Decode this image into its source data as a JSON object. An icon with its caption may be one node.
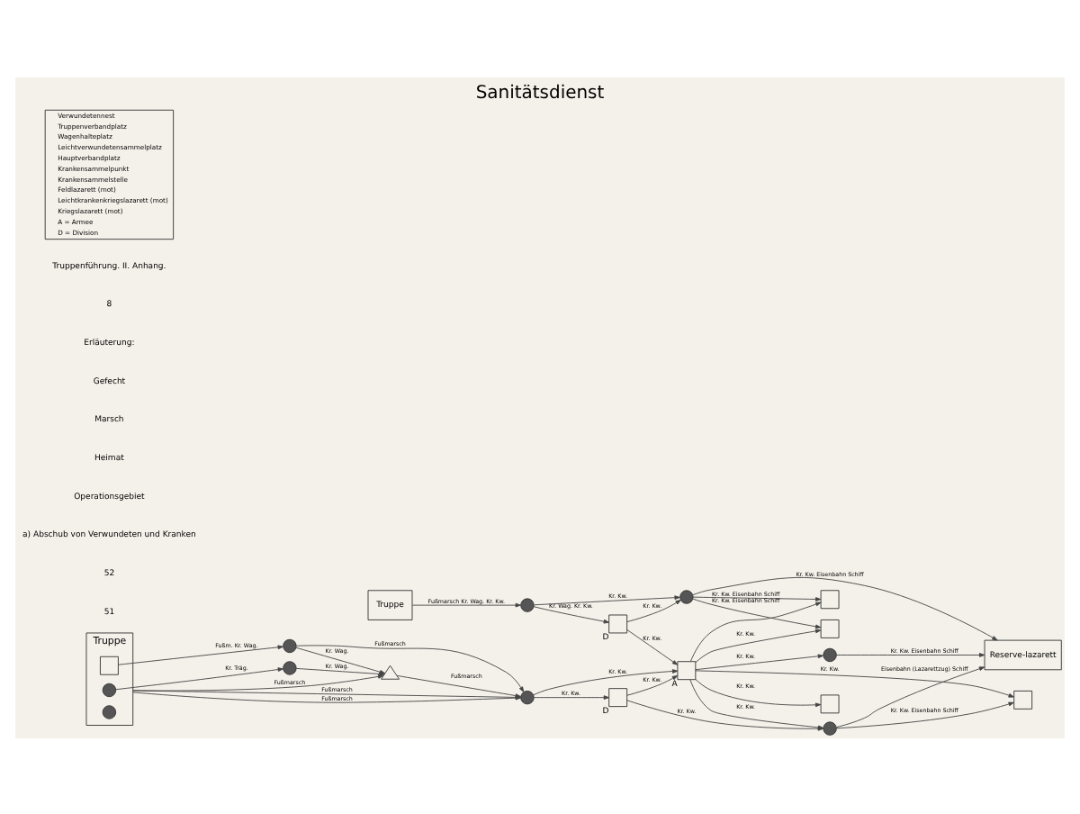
{
  "diagram": {
    "title": "Sanitätsdienst",
    "nodes": [
      {
        "text": [
          "Truppe"
        ]
      },
      {
        "text": [],
        "shape": "circle"
      },
      {
        "text": [],
        "shape": "box",
        "beside": [
          "D"
        ]
      },
      {
        "text": [],
        "shape": "circle"
      },
      {
        "text": [],
        "shape": "box"
      },
      {
        "text": [],
        "shape": "box",
        "beside": [
          "A"
        ]
      },
      {
        "text": [],
        "shape": "box"
      },
      {
        "text": [],
        "shape": "circle"
      },
      {
        "text": [],
        "shape": "box"
      },
      {
        "text": [
          "Reserve-lazarett"
        ]
      },
      {
        "text": [],
        "shape": "box"
      },
      {
        "text": [
          "Truppe"
        ]
      },
      {
        "text": [],
        "shape": "circle",
        "in": 11
      },
      {
        "text": [],
        "shape": "box",
        "in": 11
      },
      {
        "text": [],
        "shape": "circle",
        "in": 11
      },
      {
        "text": [],
        "shape": "circle"
      },
      {
        "text": [],
        "shape": "circle"
      },
      {
        "text": [],
        "shape": "triangle"
      },
      {
        "text": [],
        "shape": "circle"
      },
      {
        "text": [],
        "shape": "box",
        "beside": [
          "D"
        ]
      },
      {
        "text": [],
        "shape": "circle"
      }
    ],
    "edges": [
      {
        "from": 0,
        "to": 1,
        "arrow": "to",
        "label": "Fußmarsch Kr. Wag. Kr. Kw."
      },
      {
        "from": 1,
        "to": 3,
        "arrow": "to",
        "label": "Kr. Kw."
      },
      {
        "from": 1,
        "to": 2,
        "arrow": "to",
        "label": "Kr. Wag. Kr. Kw."
      },
      {
        "from": 2,
        "to": 3,
        "arrow": "to",
        "label": "Kr. Kw."
      },
      {
        "from": 2,
        "to": 5,
        "arrow": "to",
        "label": "Kr. Kw."
      },
      {
        "from": 3,
        "to": 4,
        "arrow": "to",
        "label": "Kr. Kw. Eisenbahn Schiff"
      },
      {
        "from": 3,
        "to": 6,
        "arrow": "to",
        "label": "Kr. Kw. Eisenbahn Schiff"
      },
      {
        "from": 3,
        "to": 9,
        "arrow": "to",
        "label": "Kr. Kw. Eisenbahn Schiff"
      },
      {
        "from": 5,
        "to": 4,
        "arrow": "to"
      },
      {
        "from": 5,
        "to": 6,
        "arrow": "to",
        "label": "Kr. Kw."
      },
      {
        "from": 5,
        "to": 7,
        "arrow": "to",
        "label": "Kr. Kw."
      },
      {
        "from": 5,
        "to": 8,
        "arrow": "to",
        "label": "Kr. Kw."
      },
      {
        "from": 7,
        "to": 9,
        "arrow": "to",
        "label": "Kr. Kw. Eisenbahn Schiff"
      },
      {
        "from": 5,
        "to": 10,
        "arrow": "to",
        "label": "Kr. Kw."
      },
      {
        "from": 5,
        "to": 20,
        "arrow": "to",
        "label": "Kr. Kw."
      },
      {
        "from": 20,
        "to": 8,
        "arrow": "to",
        "label": "Kr. Kw. Eisenbahn Schiff"
      },
      {
        "from": 20,
        "to": 9,
        "arrow": "to",
        "label": "Eisenbahn (Lazarettzug) Schiff"
      },
      {
        "from": 12,
        "to": 15,
        "arrow": "to",
        "label": "Kr. Träg."
      },
      {
        "from": 15,
        "to": 17,
        "arrow": "to",
        "label": "Kr. Wag."
      },
      {
        "from": 11,
        "to": 17,
        "arrow": "to",
        "label": "Fußmarsch"
      },
      {
        "from": 13,
        "to": 16,
        "arrow": "to",
        "label": "Fußm. Kr. Wag."
      },
      {
        "from": 16,
        "to": 17,
        "arrow": "to",
        "label": "Kr. Wag."
      },
      {
        "from": 16,
        "to": 18,
        "arrow": "to",
        "label": "Fußmarsch"
      },
      {
        "from": 11,
        "to": 18,
        "arrow": "to",
        "label": "Fußmarsch"
      },
      {
        "from": 11,
        "to": 18,
        "arrow": "to",
        "label": "Fußmarsch"
      },
      {
        "from": 17,
        "to": 18,
        "arrow": "to",
        "label": "Fußmarsch"
      },
      {
        "from": 18,
        "to": 5,
        "arrow": "to",
        "label": "Kr. Kw."
      },
      {
        "from": 18,
        "to": 19,
        "arrow": "to",
        "label": "Kr. Kw."
      },
      {
        "from": 19,
        "to": 5,
        "arrow": "to",
        "label": "Kr. Kw."
      },
      {
        "from": 19,
        "to": 20,
        "arrow": "to",
        "label": "Kr. Kw."
      }
    ],
    "labels": [
      "51",
      "52",
      "a) Abschub von Verwundeten und Kranken",
      "Operationsgebiet",
      "Heimat",
      "Marsch",
      "Gefecht",
      "Erläuterung:",
      "8",
      "Truppenführung. II. Anhang."
    ],
    "legend": [
      {
        "text": "Verwundetennest"
      },
      {
        "text": "Truppenverbandplatz"
      },
      {
        "text": "Wagenhalteplatz"
      },
      {
        "text": "Leichtverwundetensammelplatz"
      },
      {
        "text": "Hauptverbandplatz"
      },
      {
        "text": "Krankensammelpunkt"
      },
      {
        "text": "Krankensammelstelle"
      },
      {
        "text": "Feldlazarett (mot)"
      },
      {
        "text": "Leichtkrankenkriegslazarett (mot)"
      },
      {
        "text": "Kriegslazarett (mot)"
      },
      {
        "text": "A = Armee"
      },
      {
        "text": "D = Division"
      }
    ]
  }
}
